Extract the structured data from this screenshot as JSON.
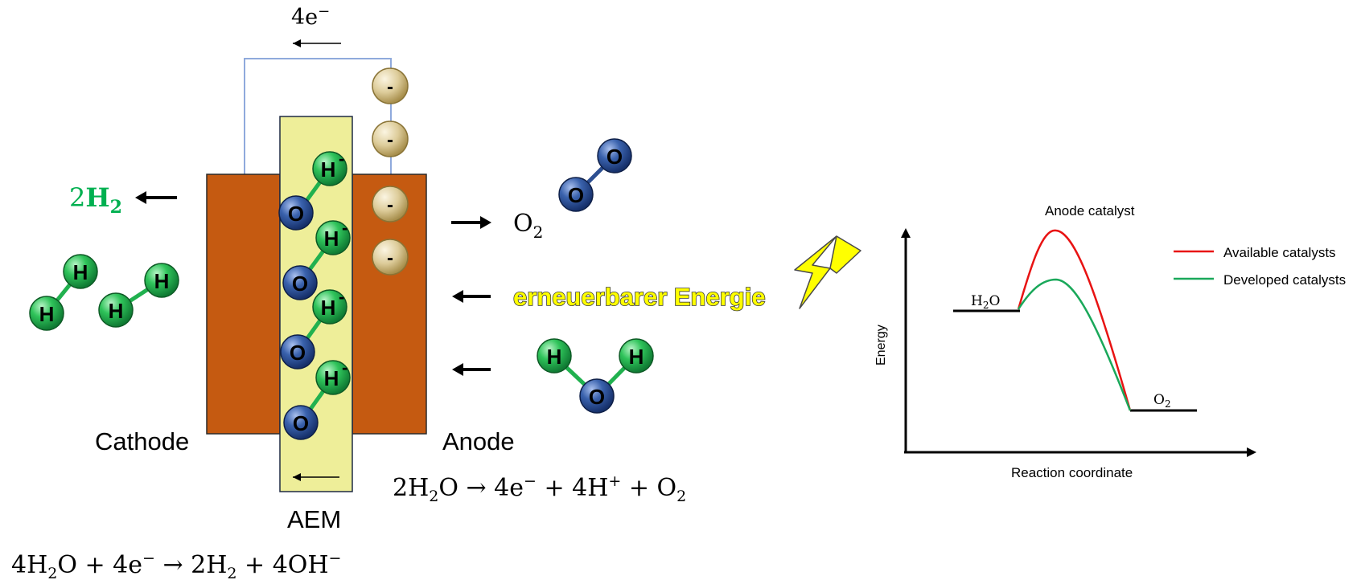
{
  "cell": {
    "electrons_label": "4e",
    "electrons_sup": "−",
    "cathode_label": "Cathode",
    "anode_label": "Anode",
    "aem_label": "AEM",
    "minus": "-",
    "product_cathode_prefix": "2",
    "product_cathode_H": "H",
    "product_cathode_sub": "2",
    "product_anode": "O",
    "product_anode_sub": "2",
    "energy_label": "erneuerbarer Energie",
    "atom_H": "H",
    "atom_O": "O",
    "hydroxide_sup": "-"
  },
  "equations": {
    "anode": {
      "p1": "2H",
      "s1": "2",
      "p2": "O → 4e",
      "sup1": "−",
      "p3": " + 4H",
      "sup2": "+",
      "p4": " + O",
      "s2": "2"
    },
    "cathode": {
      "p1": "4H",
      "s1": "2",
      "p2": "O + 4e",
      "sup1": "−",
      "p3": " → 2H",
      "s2": "2",
      "p4": " + 4OH",
      "sup2": "−"
    }
  },
  "energy_chart": {
    "title": "Anode catalyst",
    "ylabel": "Energy",
    "xlabel": "Reaction coordinate",
    "start_label": "H",
    "start_sub": "2",
    "start_tail": "O",
    "end_label": "O",
    "end_sub": "2",
    "legend": [
      {
        "name": "Available catalysts",
        "color": "#e81313"
      },
      {
        "name": "Developed catalysts",
        "color": "#1aa85a"
      }
    ]
  },
  "colors": {
    "electrode": "#c55a11",
    "membrane": "#eeee99",
    "hydrogen": "#21b14f",
    "oxygen": "#2d4f91",
    "electron": "#ddcc9a",
    "wire": "#8faadc",
    "green_text": "#00b050",
    "lightning": "#ffff00"
  }
}
